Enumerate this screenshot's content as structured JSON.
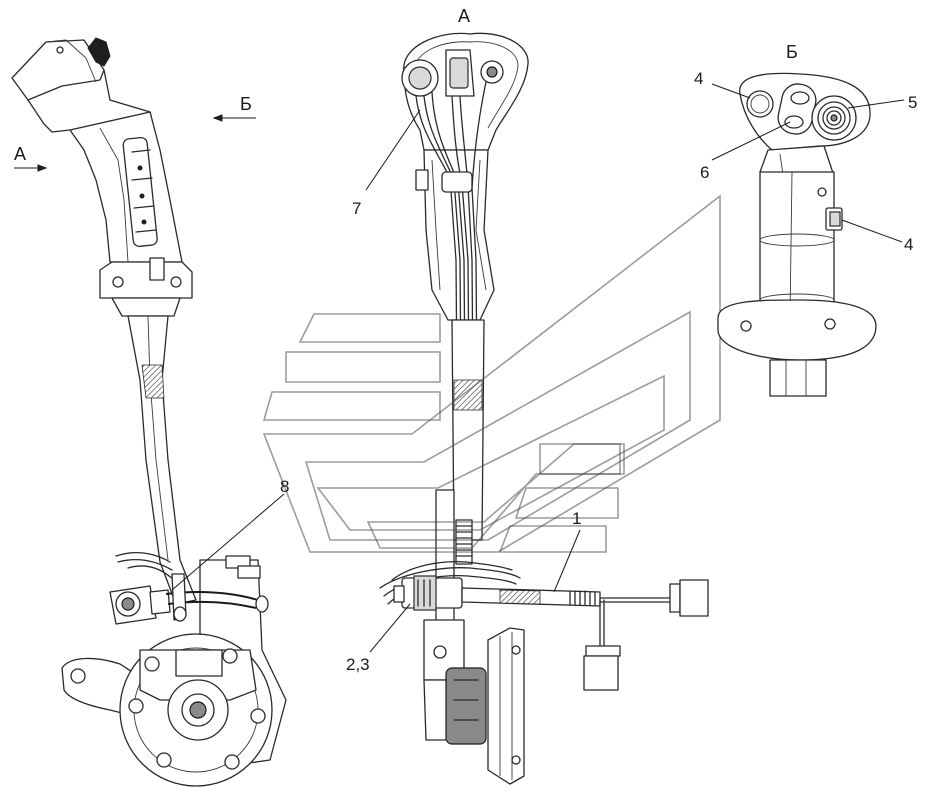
{
  "view_labels": {
    "view_a_arrow": "А",
    "view_b_arrow": "Б",
    "view_a_title": "А",
    "view_b_title": "Б"
  },
  "callouts": {
    "c1": "1",
    "c23": "2,3",
    "c4_top": "4",
    "c4_side": "4",
    "c5": "5",
    "c6": "6",
    "c7": "7",
    "c8": "8"
  },
  "colors": {
    "line": "#2a2a2a",
    "background": "#ffffff"
  }
}
